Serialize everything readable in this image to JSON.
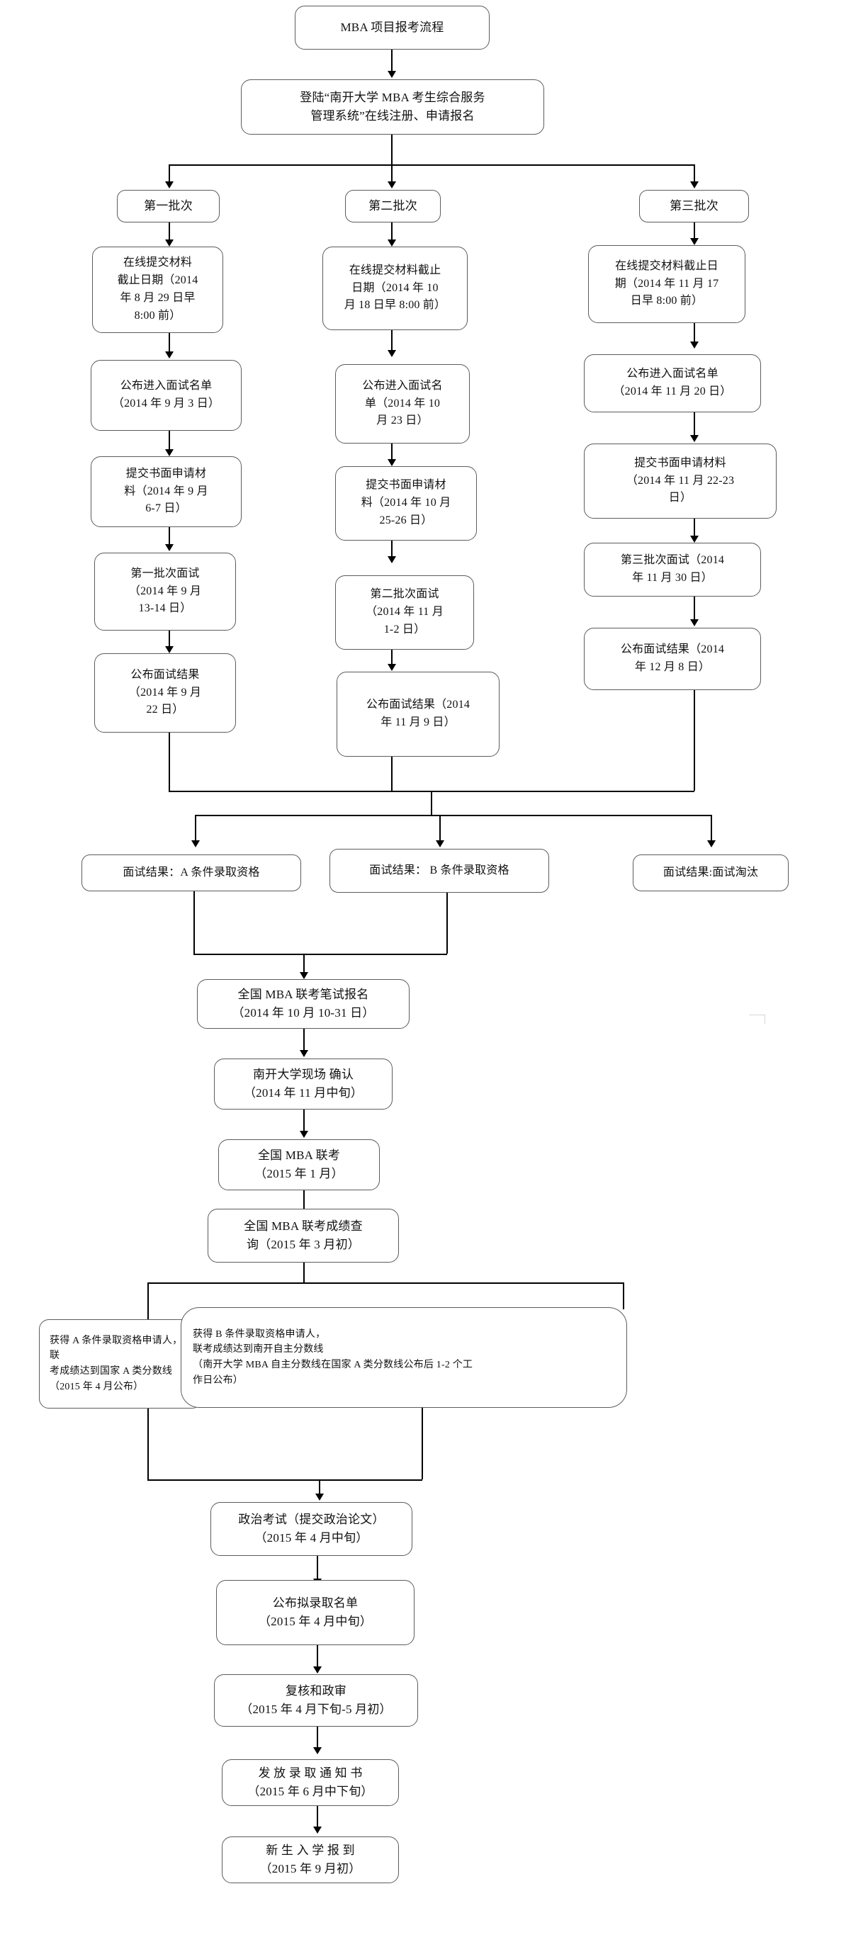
{
  "title": "MBA 项目报考流程",
  "nodes": {
    "start": "MBA 项目报考流程",
    "register": "登陆“南开大学 MBA 考生综合服务\n管理系统”在线注册、申请报名",
    "batch1_label": "第一批次",
    "batch2_label": "第二批次",
    "batch3_label": "第三批次",
    "b1_submit": "在线提交材料\n截止日期（2014\n年 8 月 29 日早\n8:00 前）",
    "b1_list": "公布进入面试名单\n（2014 年 9 月 3 日）",
    "b1_paper": "提交书面申请材\n料（2014 年 9 月\n6-7 日）",
    "b1_interview": "第一批次面试\n（2014 年 9 月\n13-14 日）",
    "b1_result": "公布面试结果\n（2014 年 9 月\n22 日）",
    "b2_submit": "在线提交材料截止\n日期（2014 年 10\n月 18 日早 8:00 前）",
    "b2_list": "公布进入面试名\n单（2014 年 10\n月 23 日）",
    "b2_paper": "提交书面申请材\n料（2014 年 10 月\n25-26 日）",
    "b2_interview": "第二批次面试\n（2014 年 11 月\n1-2 日）",
    "b2_result": "公布面试结果（2014\n年 11 月 9 日）",
    "b3_submit": "在线提交材料截止日\n期（2014 年 11 月 17\n日早 8:00 前）",
    "b3_list": "公布进入面试名单\n（2014 年 11 月 20 日）",
    "b3_paper": "提交书面申请材料\n（2014 年 11 月 22-23\n日）",
    "b3_interview": "第三批次面试（2014\n年 11 月 30 日）",
    "b3_result": "公布面试结果（2014\n年 12 月 8 日）",
    "res_a": "面试结果：A 条件录取资格",
    "res_b": "面试结果： B 条件录取资格",
    "res_out": "面试结果:面试淘汰",
    "national_signup": "全国 MBA 联考笔试报名\n（2014 年 10 月 10-31 日）",
    "onsite_confirm": "南开大学现场 确认\n（2014 年 11 月中旬）",
    "national_exam": "全国  MBA  联考\n（2015 年 1 月）",
    "score_query": "全国 MBA 联考成绩查\n询（2015 年 3 月初）",
    "cond_a": "获得 A 条件录取资格申请人，联\n考成绩达到国家 A 类分数线\n（2015 年 4 月公布）",
    "cond_b": "获得 B 条件录取资格申请人，\n联考成绩达到南开自主分数线\n（南开大学 MBA 自主分数线在国家 A 类分数线公布后 1-2 个工\n作日公布）",
    "politics": "政治考试（提交政治论文）\n（2015 年 4 月中旬）",
    "admit_list": "公布拟录取名单\n（2015 年 4 月中旬）",
    "review": "复核和政审\n（2015 年 4 月下旬-5 月初）",
    "notice": "发 放 录 取 通 知 书\n（2015 年 6 月中下旬）",
    "enroll": "新 生 入 学 报 到\n（2015 年 9 月初）"
  },
  "colors": {
    "box_border": "#5c5c5c",
    "line": "#000000",
    "text": "#111111",
    "background": "#ffffff"
  }
}
